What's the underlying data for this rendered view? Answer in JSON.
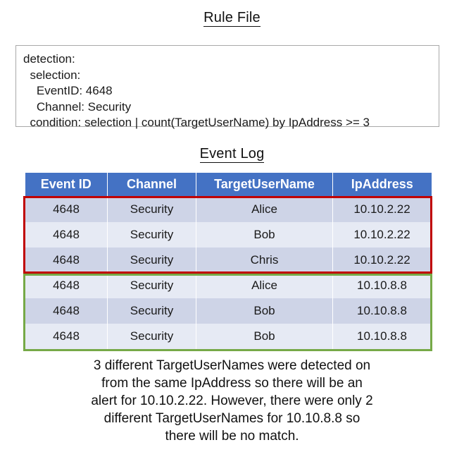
{
  "rule_file": {
    "title": "Rule File",
    "lines": [
      "detection:",
      "  selection:",
      "    EventID: 4648",
      "    Channel: Security",
      "  condition: selection | count(TargetUserName) by IpAddress >= 3"
    ]
  },
  "event_log": {
    "title": "Event Log",
    "columns": [
      "Event ID",
      "Channel",
      "TargetUserName",
      "IpAddress"
    ],
    "rows": [
      [
        "4648",
        "Security",
        "Alice",
        "10.10.2.22"
      ],
      [
        "4648",
        "Security",
        "Bob",
        "10.10.2.22"
      ],
      [
        "4648",
        "Security",
        "Chris",
        "10.10.2.22"
      ],
      [
        "4648",
        "Security",
        "Alice",
        "10.10.8.8"
      ],
      [
        "4648",
        "Security",
        "Bob",
        "10.10.8.8"
      ],
      [
        "4648",
        "Security",
        "Bob",
        "10.10.8.8"
      ]
    ],
    "highlights": {
      "alert_group_rows": [
        0,
        1,
        2
      ],
      "alert_group_color": "#C00000",
      "nomatch_group_rows": [
        3,
        4,
        5
      ],
      "nomatch_group_color": "#76A947"
    },
    "header_color": "#4472C4",
    "row_band_dark": "#CED4E7",
    "row_band_light": "#E6EAF4"
  },
  "caption": {
    "lines": [
      "3 different TargetUserNames were detected on",
      "from the same IpAddress so there will be an",
      "alert for 10.10.2.22. However, there were only 2",
      "different TargetUserNames for 10.10.8.8 so",
      "there will be no match."
    ]
  }
}
